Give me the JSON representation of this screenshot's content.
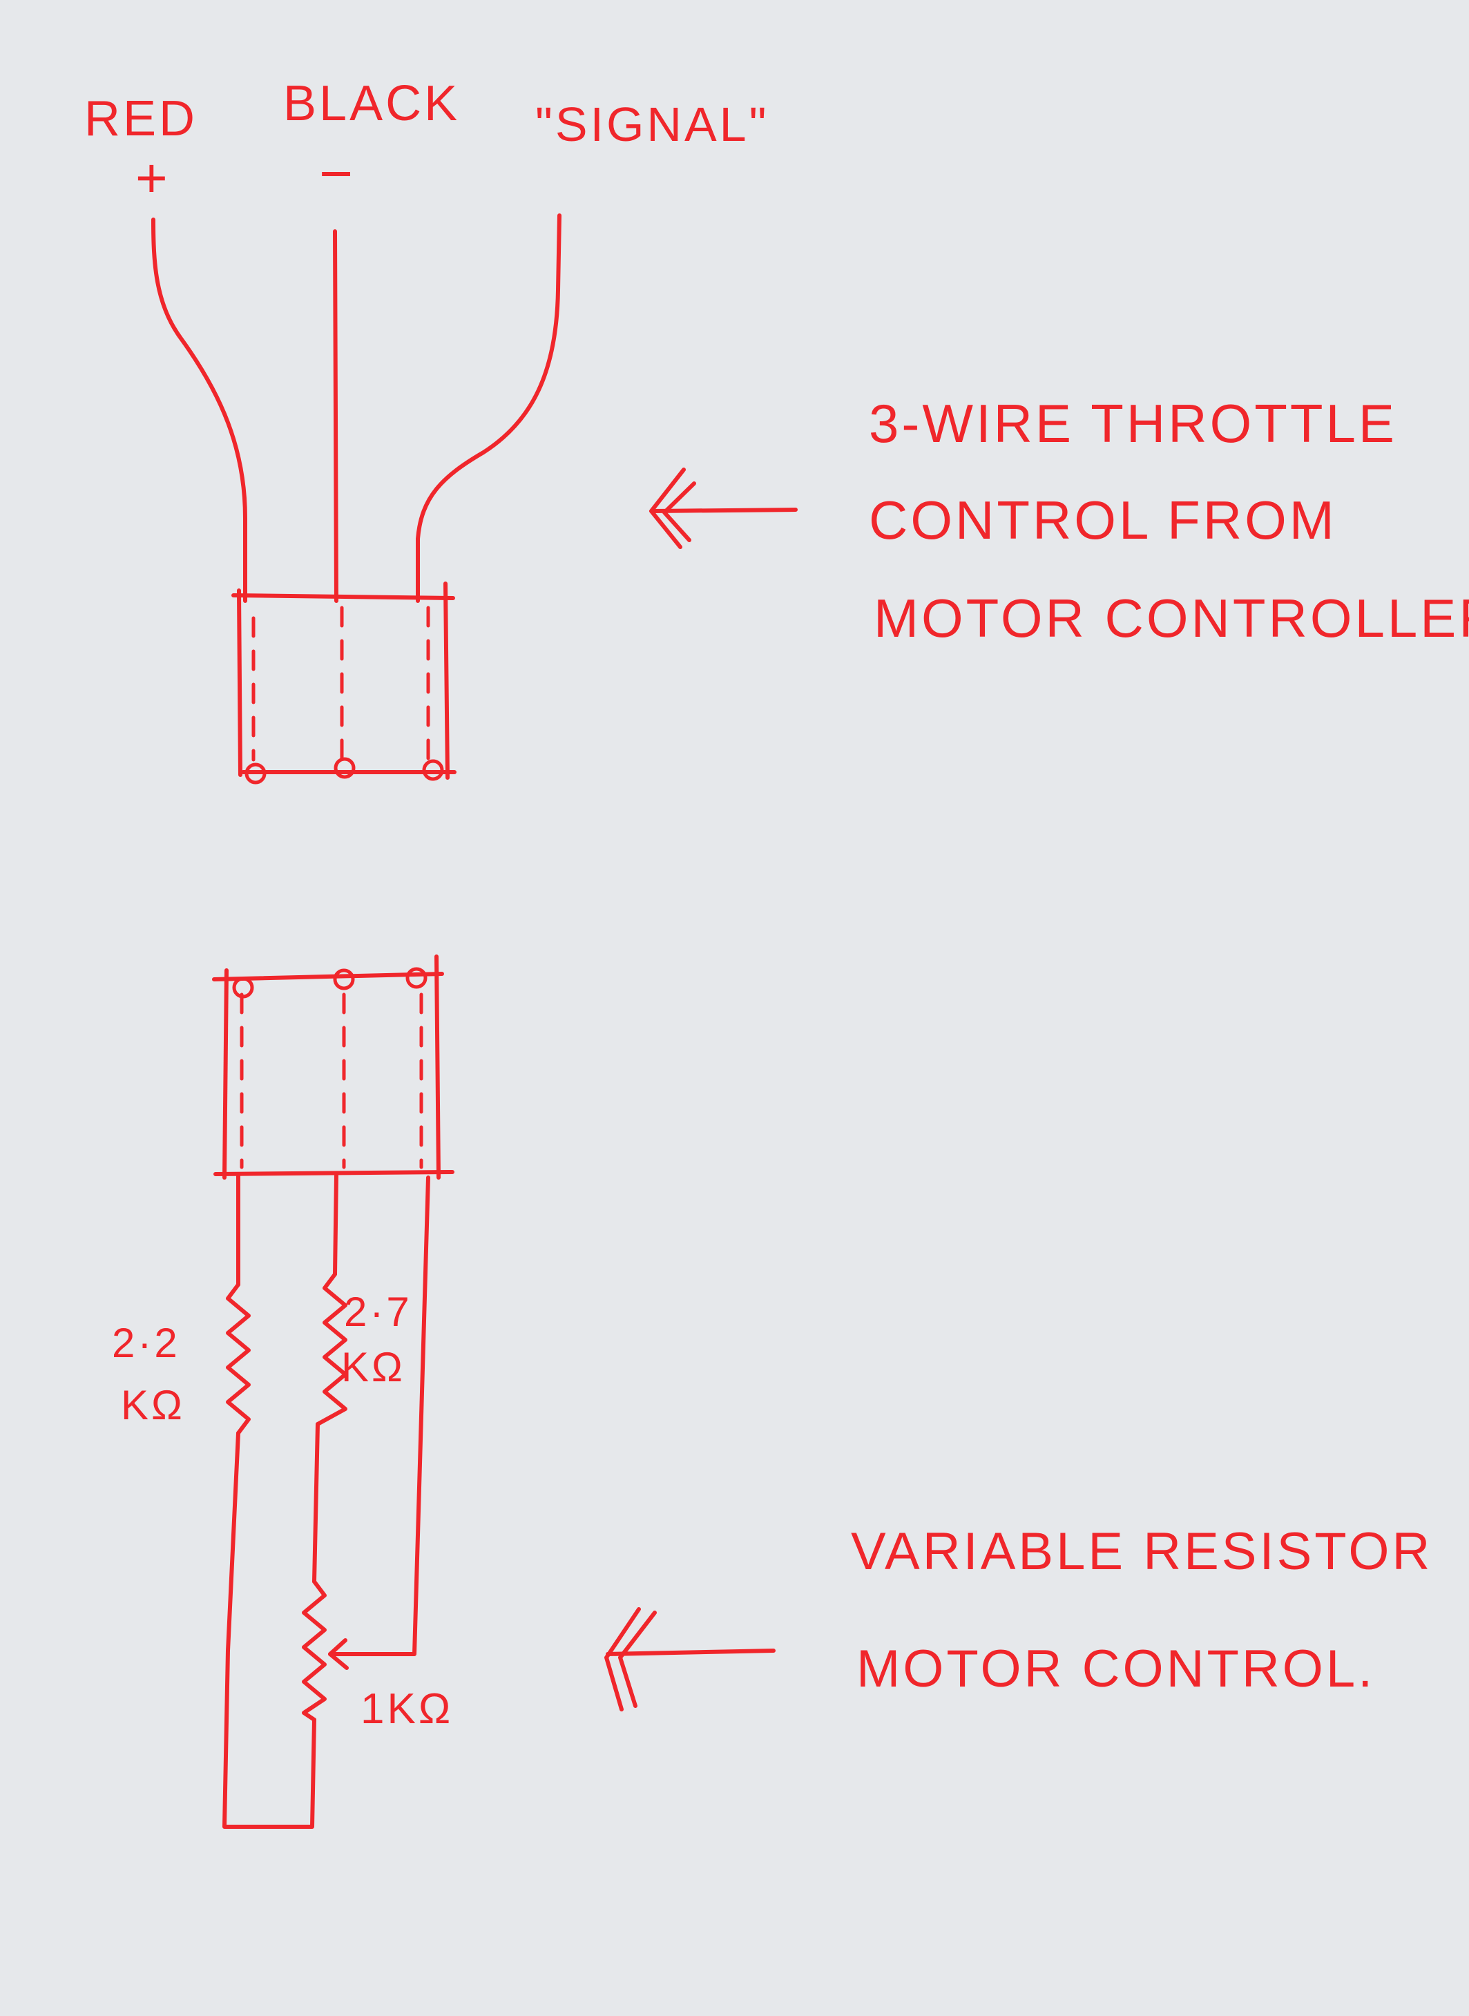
{
  "diagram": {
    "ink_color": "#f0262b",
    "paper_color": "#e6e8eb",
    "wire_labels": {
      "red": "RED",
      "red_polarity": "+",
      "black": "BLACK",
      "black_polarity": "−",
      "signal": "\"SIGNAL\""
    },
    "throttle_note": {
      "line1": "3-WIRE THROTTLE",
      "line2": "CONTROL FROM",
      "line3": "MOTOR CONTROLLER"
    },
    "resistors": {
      "r1_value": "2·2",
      "r1_unit": "KΩ",
      "r2_value": "2·7",
      "r2_unit": "KΩ",
      "pot_value": "1KΩ"
    },
    "resistor_note": {
      "line1": "VARIABLE RESISTOR",
      "line2": "MOTOR CONTROL."
    }
  }
}
